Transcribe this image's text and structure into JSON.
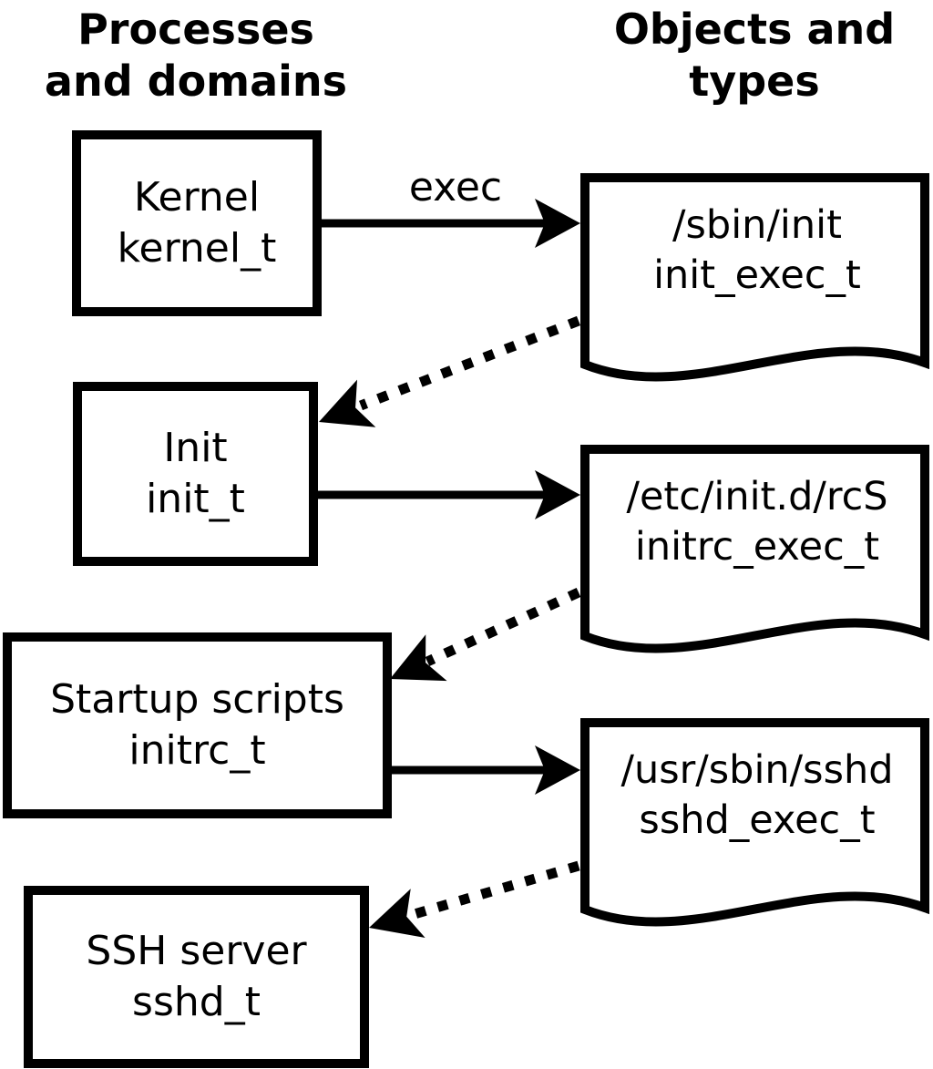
{
  "headers": {
    "left": {
      "line1": "Processes",
      "line2": "and domains"
    },
    "right": {
      "line1": "Objects and",
      "line2": "types"
    }
  },
  "processes": [
    {
      "name": "Kernel",
      "type": "kernel_t"
    },
    {
      "name": "Init",
      "type": "init_t"
    },
    {
      "name": "Startup scripts",
      "type": "initrc_t"
    },
    {
      "name": "SSH server",
      "type": "sshd_t"
    }
  ],
  "objects": [
    {
      "path": "/sbin/init",
      "type": "init_exec_t"
    },
    {
      "path": "/etc/init.d/rcS",
      "type": "initrc_exec_t"
    },
    {
      "path": "/usr/sbin/sshd",
      "type": "sshd_exec_t"
    }
  ],
  "edges": {
    "exec_label": "exec",
    "links": [
      {
        "from": "Kernel (kernel_t)",
        "to": "/sbin/init (init_exec_t)",
        "style": "solid",
        "label": "exec"
      },
      {
        "from": "/sbin/init (init_exec_t)",
        "to": "Init (init_t)",
        "style": "dotted",
        "label": ""
      },
      {
        "from": "Init (init_t)",
        "to": "/etc/init.d/rcS (initrc_exec_t)",
        "style": "solid",
        "label": ""
      },
      {
        "from": "/etc/init.d/rcS (initrc_exec_t)",
        "to": "Startup scripts (initrc_t)",
        "style": "dotted",
        "label": ""
      },
      {
        "from": "Startup scripts (initrc_t)",
        "to": "/usr/sbin/sshd (sshd_exec_t)",
        "style": "solid",
        "label": ""
      },
      {
        "from": "/usr/sbin/sshd (sshd_exec_t)",
        "to": "SSH server (sshd_t)",
        "style": "dotted",
        "label": ""
      }
    ]
  },
  "colors": {
    "ink": "#000000",
    "paper": "#ffffff"
  }
}
